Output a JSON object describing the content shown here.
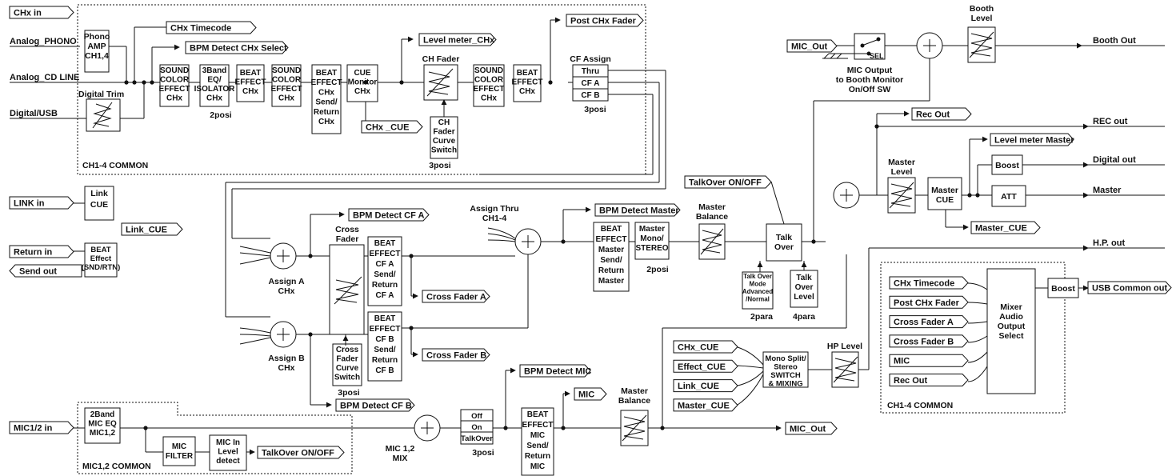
{
  "inputs": {
    "chx_in": "CHx in",
    "analog_phono": "Analog_PHONO",
    "analog_cd_line": "Analog_CD LINE",
    "digital_usb": "Digital/USB",
    "link_in": "LINK in",
    "return_in": "Return in",
    "send_out": "Send out",
    "mic12_in": "MIC1/2 in"
  },
  "outputs": {
    "booth_out": "Booth Out",
    "rec_out_main": "REC out",
    "digital_out": "Digital out",
    "master": "Master",
    "hp_out": "H.P. out",
    "usb_common_out": "USB Common out"
  },
  "tags": {
    "chx_timecode": "CHx Timecode",
    "bpm_detect_chx_select": "BPM Detect CHx Select",
    "level_meter_chx": "Level meter_CHx",
    "post_chx_fader": "Post CHx Fader",
    "chx_cue": "CHx _CUE",
    "link_cue": "Link_CUE",
    "bpm_detect_cfa": "BPM Detect CF A",
    "bpm_detect_master": "BPM Detect Master",
    "talkover_onoff": "TalkOver ON/OFF",
    "cross_fader_a": "Cross Fader A",
    "cross_fader_b": "Cross Fader B",
    "bpm_detect_cfb": "BPM Detect CF B",
    "bpm_detect_mic": "BPM Detect MIC",
    "mic": "MIC",
    "mic_out_top": "MIC_Out",
    "mic_out_bottom": "MIC_Out",
    "rec_out": "Rec Out",
    "level_meter_master": "Level meter Master",
    "master_cue": "Master_CUE",
    "talkover_onoff_2": "TalkOver ON/OFF"
  },
  "blocks": {
    "phono_amp": [
      "Phono",
      "AMP",
      "CH1,4"
    ],
    "digital_trim": "Digital Trim",
    "sound_color_1": [
      "SOUND",
      "COLOR",
      "EFFECT",
      "CHx"
    ],
    "eq_isolator": [
      "3Band",
      "EQ/",
      "ISOLATOR",
      "CHx"
    ],
    "beat_effect_1": [
      "BEAT",
      "EFFECT",
      "CHx"
    ],
    "sound_color_2": [
      "SOUND",
      "COLOR",
      "EFFECT",
      "CHx"
    ],
    "beat_send_return": [
      "BEAT",
      "EFFECT",
      "CHx",
      "Send/",
      "Return",
      "CHx"
    ],
    "cue_monitor": [
      "CUE",
      "Monitor",
      "CHx"
    ],
    "ch_fader": "CH Fader",
    "ch_fader_curve": [
      "CH",
      "Fader",
      "Curve",
      "Switch"
    ],
    "sound_color_3": [
      "SOUND",
      "COLOR",
      "EFFECT",
      "CHx"
    ],
    "beat_effect_3": [
      "BEAT",
      "EFFECT",
      "CHx"
    ],
    "cf_assign": "CF Assign",
    "cf_assign_opts": [
      "Thru",
      "CF A",
      "CF B"
    ],
    "link_cue": [
      "Link",
      "CUE"
    ],
    "beat_effect_return": [
      "BEAT",
      "Effect",
      "(SND/RTN)"
    ],
    "cross_fader": [
      "Cross",
      "Fader"
    ],
    "beat_cfa": [
      "BEAT",
      "EFFECT",
      "CF A",
      "Send/",
      "Return",
      "CF A"
    ],
    "beat_cfb": [
      "BEAT",
      "EFFECT",
      "CF B",
      "Send/",
      "Return",
      "CF B"
    ],
    "cross_fader_curve": [
      "Cross",
      "Fader",
      "Curve",
      "Switch"
    ],
    "assign_thru": [
      "Assign Thru",
      "CH1-4"
    ],
    "beat_master": [
      "BEAT",
      "EFFECT",
      "Master",
      "Send/",
      "Return",
      "Master"
    ],
    "master_mono": [
      "Master",
      "Mono/",
      "STEREO"
    ],
    "master_balance_1": [
      "Master",
      "Balance"
    ],
    "talk_over": [
      "Talk",
      "Over"
    ],
    "talk_over_mode": [
      "Talk Over",
      "Mode",
      "Advanced",
      "/Normal"
    ],
    "talk_over_level": [
      "Talk",
      "Over",
      "Level"
    ],
    "mic_sel": "SEL",
    "mic_output_note": [
      "MIC Output",
      "to Booth Monitor",
      "On/Off SW"
    ],
    "booth_level": [
      "Booth",
      "Level"
    ],
    "master_level": [
      "Master",
      "Level"
    ],
    "master_cue": [
      "Master",
      "CUE"
    ],
    "boost": "Boost",
    "att": "ATT",
    "mic_eq": [
      "2Band",
      "MIC EQ",
      "MIC1,2"
    ],
    "mic_filter": [
      "MIC",
      "FILTER"
    ],
    "mic_in_level": [
      "MIC In",
      "Level",
      "detect"
    ],
    "mic_switch": [
      "Off",
      "On",
      "TalkOver"
    ],
    "beat_mic": [
      "BEAT",
      "EFFECT",
      "MIC",
      "Send/",
      "Return",
      "MIC"
    ],
    "master_balance_2": [
      "Master",
      "Balance"
    ],
    "mono_split": [
      "Mono Split/",
      "Stereo",
      "SWITCH",
      "& MIXING"
    ],
    "hp_level": "HP Level",
    "mixer_audio_output": [
      "Mixer",
      "Audio",
      "Output",
      "Select"
    ],
    "usb_boost": "Boost"
  },
  "cue_inputs": [
    "CHx_CUE",
    "Effect_CUE",
    "Link_CUE",
    "Master_CUE"
  ],
  "usb_sources": [
    "CHx Timecode",
    "Post CHx Fader",
    "Cross Fader A",
    "Cross Fader B",
    "MIC",
    "Rec Out"
  ],
  "labels": {
    "ch14_common": "CH1-4 COMMON",
    "ch14_common_2": "CH1-4 COMMON",
    "mic12_common": "MIC1,2 COMMON",
    "assign_a": [
      "Assign A",
      "CHx"
    ],
    "assign_b": [
      "Assign B",
      "CHx"
    ],
    "mic12_mix": [
      "MIC 1,2",
      "MIX"
    ],
    "posi2_eq": "2posi",
    "posi3_chfader": "3posi",
    "posi3_cfassign": "3posi",
    "posi3_crossfader": "3posi",
    "posi2_master": "2posi",
    "para2": "2para",
    "para4": "4para",
    "posi3_mic": "3posi"
  }
}
